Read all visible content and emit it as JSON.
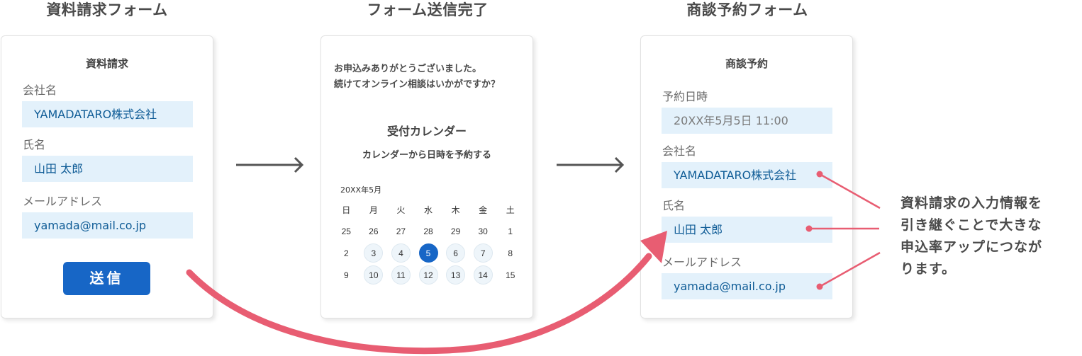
{
  "stages": [
    {
      "title": "資料請求フォーム"
    },
    {
      "title": "フォーム送信完了"
    },
    {
      "title": "商談予約フォーム"
    }
  ],
  "request_form": {
    "heading": "資料請求",
    "fields": [
      {
        "label": "会社名",
        "value": "YAMADATARO株式会社"
      },
      {
        "label": "氏名",
        "value": "山田 太郎"
      },
      {
        "label": "メールアドレス",
        "value": "yamada@mail.co.jp"
      }
    ],
    "submit_label": "送信"
  },
  "completion": {
    "message_line1": "お申込みありがとうございました。",
    "message_line2": "続けてオンライン相談はいかがですか？",
    "calendar_title": "受付カレンダー",
    "calendar_subtitle": "カレンダーから日時を予約する",
    "month": "20XX年5月",
    "weekdays": [
      "日",
      "月",
      "火",
      "水",
      "木",
      "金",
      "土"
    ],
    "weeks": [
      [
        "25",
        "26",
        "27",
        "28",
        "29",
        "30",
        "1"
      ],
      [
        "2",
        "3",
        "4",
        "5",
        "6",
        "7",
        "8"
      ],
      [
        "9",
        "10",
        "11",
        "12",
        "13",
        "14",
        "15"
      ]
    ],
    "available_days": [
      "3",
      "4",
      "6",
      "7",
      "10",
      "11",
      "12",
      "13",
      "14"
    ],
    "selected_day": "5"
  },
  "meeting_form": {
    "heading": "商談予約",
    "fields": [
      {
        "label": "予約日時",
        "value": "20XX年5月5日 11:00"
      },
      {
        "label": "会社名",
        "value": "YAMADATARO株式会社"
      },
      {
        "label": "氏名",
        "value": "山田 太郎"
      },
      {
        "label": "メールアドレス",
        "value": "yamada@mail.co.jp"
      }
    ]
  },
  "note": {
    "line1": "資料請求の入力情報を",
    "line2": "引き継ぐことで大きな",
    "line3": "申込率アップにつなが",
    "line4": "ります。"
  },
  "colors": {
    "accent_blue": "#1766c6",
    "field_bg": "#e3f1fb",
    "field_text": "#0f5c96",
    "highlight_pink": "#e85d72",
    "arrow_gray": "#555555"
  }
}
